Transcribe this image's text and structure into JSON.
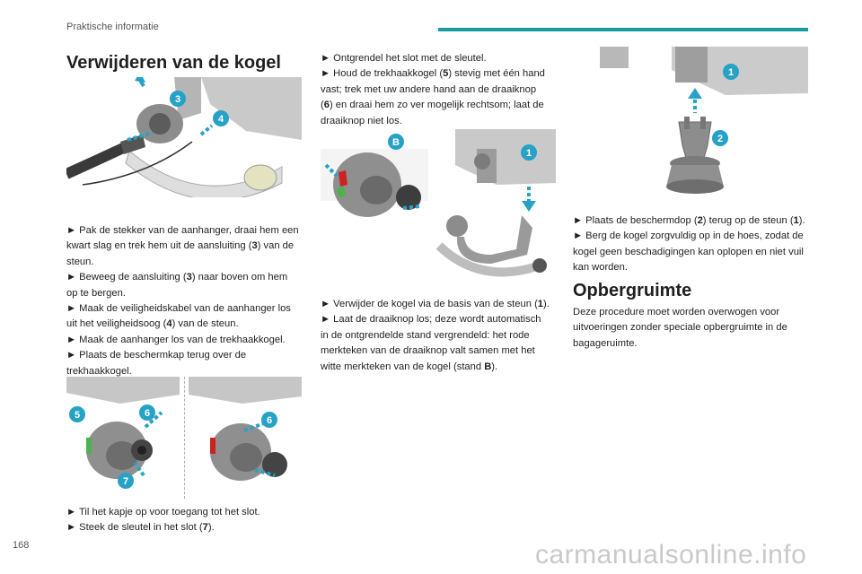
{
  "header": {
    "section": "Praktische informatie"
  },
  "page_number": "168",
  "watermark": "carmanualsonline.info",
  "col1": {
    "title": "Verwijderen van de kogel",
    "p1": [
      "► Pak de stekker van de aanhanger, draai hem een",
      "kwart slag en trek hem uit de aansluiting (",
      "3",
      ") van de",
      "steun."
    ],
    "p2": [
      "► Beweeg de aansluiting (",
      "3",
      ") naar boven om hem",
      "op te bergen."
    ],
    "p3": [
      "► Maak de veiligheidskabel van de aanhanger los",
      "uit het veiligheidsoog (",
      "4",
      ") van de steun."
    ],
    "p4": "► Maak de aanhanger los van de trekhaakkogel.",
    "p5": [
      "► Plaats de beschermkap terug over de",
      "trekhaakkogel."
    ],
    "p6": "► Til het kapje op voor toegang tot het slot.",
    "p7": [
      "► Steek de sleutel in het slot (",
      "7",
      ")."
    ]
  },
  "col2": {
    "p1": "► Ontgrendel het slot met de sleutel.",
    "p2": [
      "► Houd de trekhaakkogel (",
      "5",
      ") stevig met één hand",
      "vast; trek met uw andere hand aan de draaiknop",
      "(",
      "6",
      ") en draai hem zo ver mogelijk rechtsom; laat de",
      "draaiknop niet los."
    ],
    "p3": [
      "► Verwijder de kogel via de basis van de steun (",
      "1",
      ")."
    ],
    "p4": [
      "► Laat de draaiknop los; deze wordt automatisch",
      "in de ontgrendelde stand vergrendeld: het rode",
      "merkteken van de draaiknop valt samen met het",
      "witte merkteken van de kogel (stand ",
      "B",
      ")."
    ]
  },
  "col3": {
    "p1": [
      "► Plaats de beschermdop (",
      "2",
      ") terug op de steun (",
      "1",
      ")."
    ],
    "p2": [
      "► Berg de kogel zorgvuldig op in de hoes, zodat de",
      "kogel geen beschadigingen kan oplopen en niet vuil",
      "kan worden."
    ],
    "title": "Opbergruimte",
    "p3": [
      "Deze procedure moet worden overwogen voor",
      "uitvoeringen zonder speciale opbergruimte in de",
      "bagageruimte."
    ]
  },
  "callouts": {
    "fig1": [
      "3",
      "4"
    ],
    "fig2": [
      "5",
      "6",
      "7"
    ],
    "fig3": [
      "6"
    ],
    "fig4": [
      "B",
      "1"
    ],
    "fig5": [
      "1",
      "2"
    ]
  },
  "colors": {
    "accent": "#1a9aa3",
    "arrow": "#25a2c6",
    "part": "#9a9a9a",
    "red_mark": "#cc2222",
    "green_mark": "#4bb34b"
  }
}
